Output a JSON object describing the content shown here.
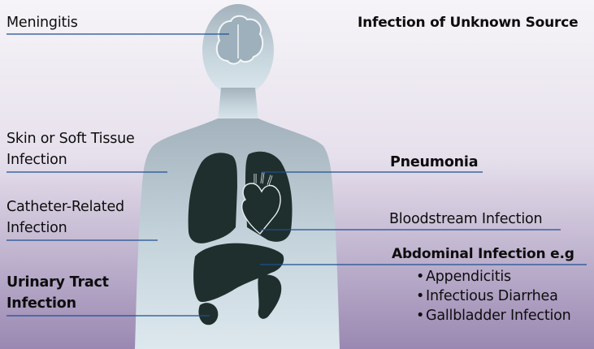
{
  "title": "Infection of Unknown Source",
  "colors": {
    "bg_top": "#f4f2f7",
    "bg_bottom": "#9a88b2",
    "body_top": "#a7b5bf",
    "body_bottom": "#d7e4ea",
    "organ": "#1e2f2d",
    "leader_line": "#1d4f93"
  },
  "labels": {
    "meningitis": "Meningitis",
    "skin_line1": "Skin or Soft Tissue",
    "skin_line2": "Infection",
    "catheter_line1": "Catheter-Related",
    "catheter_line2": "Infection",
    "urinary_line1": "Urinary Tract",
    "urinary_line2": "Infection",
    "pneumonia": "Pneumonia",
    "bloodstream": "Bloodstream Infection",
    "abdominal": "Abdominal Infection e.g"
  },
  "abdominal_examples": [
    "Appendicitis",
    "Infectious Diarrhea",
    "Gallbladder Infection"
  ]
}
